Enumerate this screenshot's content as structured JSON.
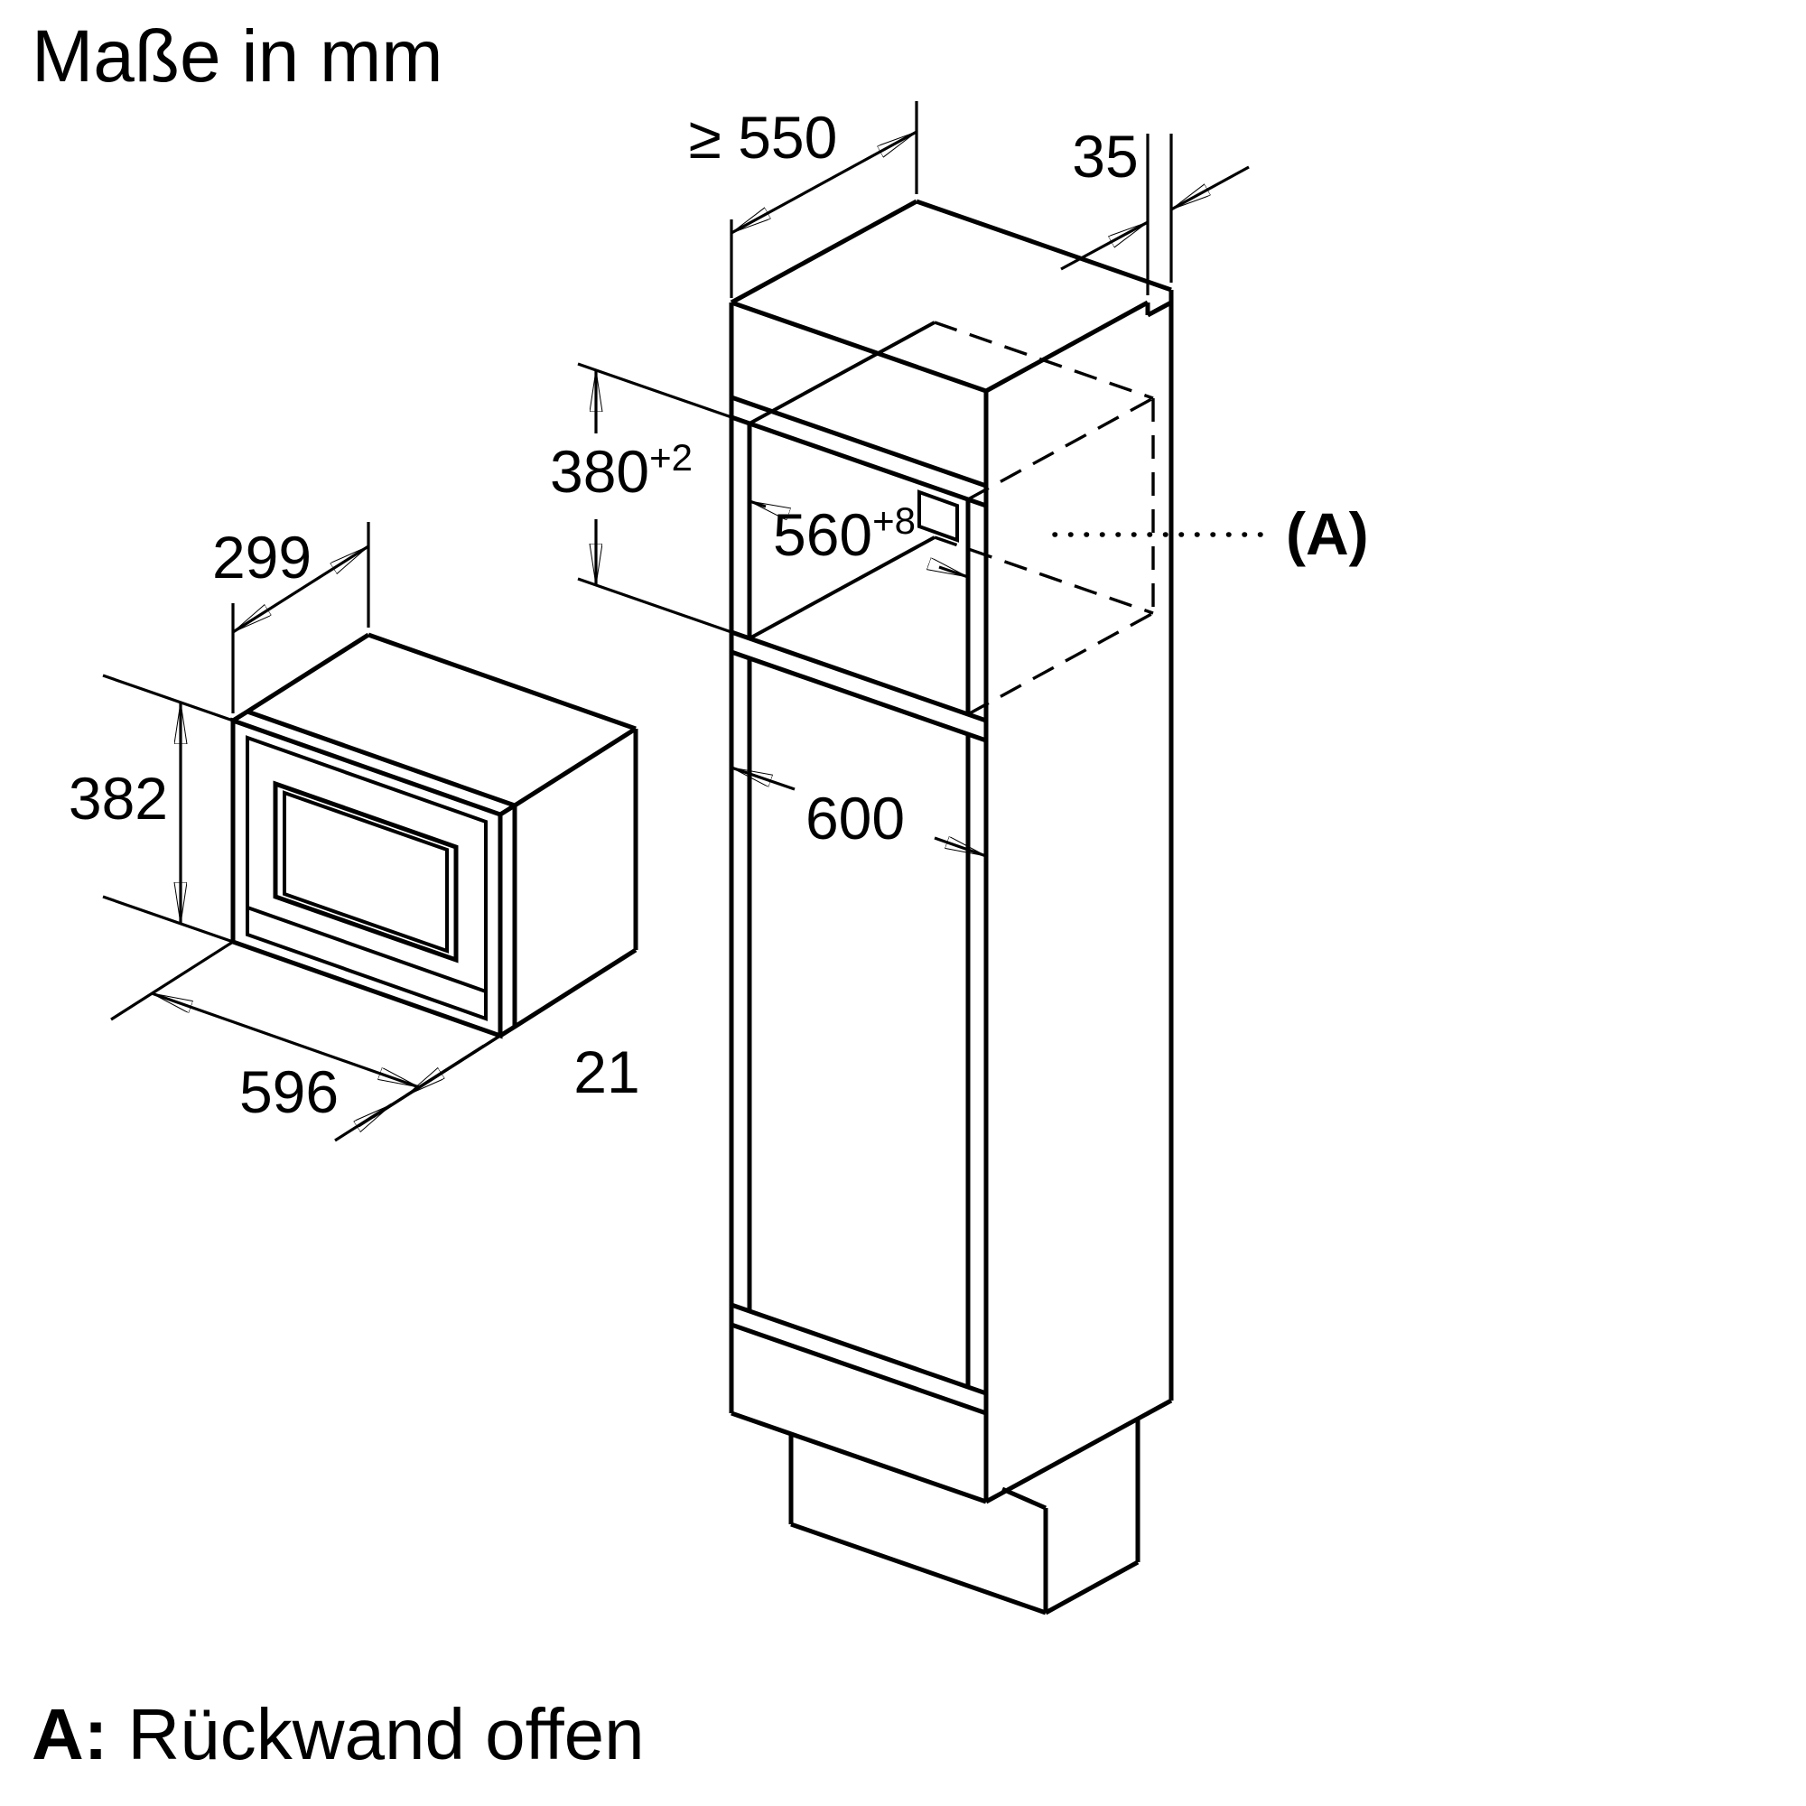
{
  "title": "Maße in mm",
  "footnote": {
    "prefix": "A:",
    "text": "Rückwand offen"
  },
  "colors": {
    "line": "#000000",
    "background": "#ffffff"
  },
  "microwave": {
    "depth": "299",
    "height": "382",
    "width": "596",
    "door_offset": "21"
  },
  "cabinet": {
    "min_depth": "≥ 550",
    "rear_gap": "35",
    "niche_height": "380",
    "niche_height_tol": "+2",
    "niche_width": "560",
    "niche_width_tol": "+8",
    "outer_width": "600",
    "back_marker": "(A)"
  }
}
